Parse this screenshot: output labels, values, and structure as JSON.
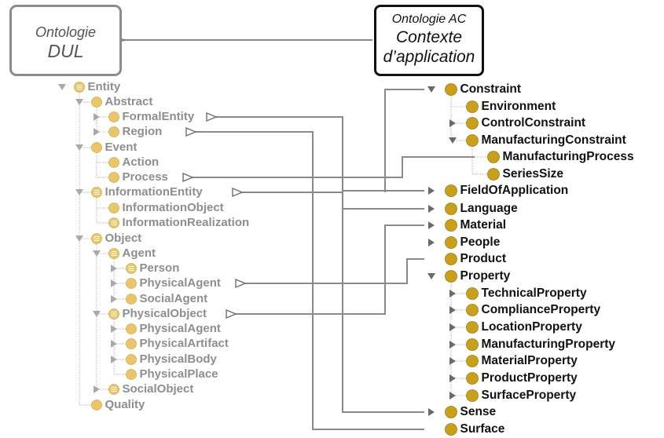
{
  "boxes": {
    "dul": {
      "line1": "Ontologie",
      "line2": "DUL"
    },
    "ac": {
      "line1": "Ontologie AC",
      "line2": "Contexte",
      "line3": "d’application"
    }
  },
  "dul_tree": [
    {
      "label": "Entity",
      "icon": "entity-icon",
      "arrow": "expanded"
    },
    {
      "label": "Abstract",
      "icon": "class-icon",
      "arrow": "expanded"
    },
    {
      "label": "FormalEntity",
      "icon": "class-icon",
      "arrow": "collapsed"
    },
    {
      "label": "Region",
      "icon": "class-icon",
      "arrow": "collapsed"
    },
    {
      "label": "Event",
      "icon": "class-icon",
      "arrow": "expanded"
    },
    {
      "label": "Action",
      "icon": "class-icon",
      "arrow": "none"
    },
    {
      "label": "Process",
      "icon": "class-icon",
      "arrow": "none"
    },
    {
      "label": "InformationEntity",
      "icon": "entity-icon",
      "arrow": "expanded"
    },
    {
      "label": "InformationObject",
      "icon": "class-icon",
      "arrow": "none"
    },
    {
      "label": "InformationRealization",
      "icon": "entity-icon",
      "arrow": "none"
    },
    {
      "label": "Object",
      "icon": "entity-icon",
      "arrow": "expanded"
    },
    {
      "label": "Agent",
      "icon": "entity-icon",
      "arrow": "expanded"
    },
    {
      "label": "Person",
      "icon": "entity-icon",
      "arrow": "collapsed"
    },
    {
      "label": "PhysicalAgent",
      "icon": "class-icon",
      "arrow": "collapsed"
    },
    {
      "label": "SocialAgent",
      "icon": "class-icon",
      "arrow": "collapsed"
    },
    {
      "label": "PhysicalObject",
      "icon": "entity-icon",
      "arrow": "expanded"
    },
    {
      "label": "PhysicalAgent",
      "icon": "class-icon",
      "arrow": "collapsed"
    },
    {
      "label": "PhysicalArtifact",
      "icon": "class-icon",
      "arrow": "collapsed"
    },
    {
      "label": "PhysicalBody",
      "icon": "class-icon",
      "arrow": "collapsed"
    },
    {
      "label": "PhysicalPlace",
      "icon": "class-icon",
      "arrow": "none"
    },
    {
      "label": "SocialObject",
      "icon": "entity-icon",
      "arrow": "collapsed"
    },
    {
      "label": "Quality",
      "icon": "class-icon",
      "arrow": "none"
    }
  ],
  "ac_tree": [
    {
      "label": "Constraint",
      "arrow": "expanded"
    },
    {
      "label": "Environment",
      "arrow": "none"
    },
    {
      "label": "ControlConstraint",
      "arrow": "collapsed"
    },
    {
      "label": "ManufacturingConstraint",
      "arrow": "expanded"
    },
    {
      "label": "ManufacturingProcess",
      "arrow": "none"
    },
    {
      "label": "SeriesSize",
      "arrow": "none"
    },
    {
      "label": "FieldOfApplication",
      "arrow": "collapsed"
    },
    {
      "label": "Language",
      "arrow": "collapsed"
    },
    {
      "label": "Material",
      "arrow": "collapsed"
    },
    {
      "label": "People",
      "arrow": "collapsed"
    },
    {
      "label": "Product",
      "arrow": "none"
    },
    {
      "label": "Property",
      "arrow": "expanded"
    },
    {
      "label": "TechnicalProperty",
      "arrow": "collapsed"
    },
    {
      "label": "ComplianceProperty",
      "arrow": "collapsed"
    },
    {
      "label": "LocationProperty",
      "arrow": "collapsed"
    },
    {
      "label": "ManufacturingProperty",
      "arrow": "collapsed"
    },
    {
      "label": "MaterialProperty",
      "arrow": "collapsed"
    },
    {
      "label": "ProductProperty",
      "arrow": "collapsed"
    },
    {
      "label": "SurfaceProperty",
      "arrow": "collapsed"
    },
    {
      "label": "Sense",
      "arrow": "collapsed"
    },
    {
      "label": "Surface",
      "arrow": "none"
    }
  ],
  "colors": {
    "dul_text": "#8e8e8e",
    "dul_circle": "#e9c66a",
    "ac_text": "#111111",
    "ac_circle": "#c9a01c",
    "connector": "#8a8a8a",
    "tree_line": "#b5b5b5"
  }
}
